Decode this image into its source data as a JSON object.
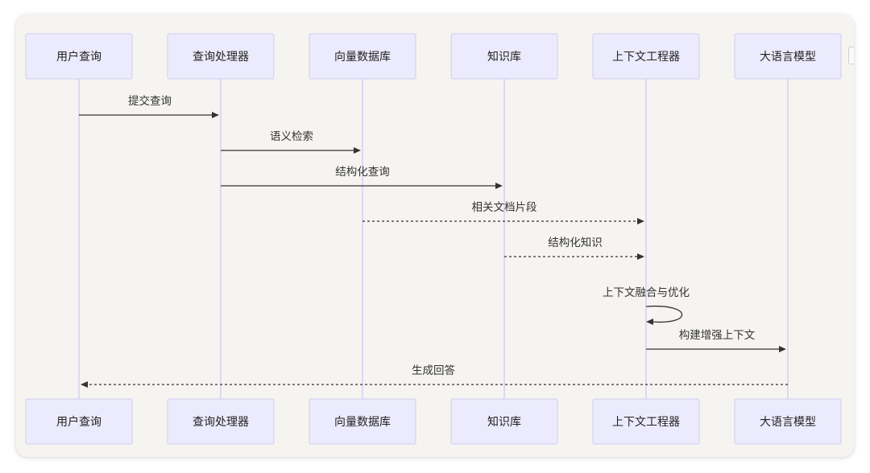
{
  "participants": [
    "用户查询",
    "查询处理器",
    "向量数据库",
    "知识库",
    "上下文工程器",
    "大语言模型"
  ],
  "messages": [
    {
      "from": 0,
      "to": 1,
      "label": "提交查询",
      "style": "solid"
    },
    {
      "from": 1,
      "to": 2,
      "label": "语义检索",
      "style": "solid"
    },
    {
      "from": 1,
      "to": 3,
      "label": "结构化查询",
      "style": "solid"
    },
    {
      "from": 2,
      "to": 4,
      "label": "相关文档片段",
      "style": "dashed"
    },
    {
      "from": 3,
      "to": 4,
      "label": "结构化知识",
      "style": "dashed"
    },
    {
      "from": 4,
      "to": 4,
      "label": "上下文融合与优化",
      "style": "self"
    },
    {
      "from": 4,
      "to": 5,
      "label": "构建增强上下文",
      "style": "solid"
    },
    {
      "from": 5,
      "to": 0,
      "label": "生成回答",
      "style": "dashed"
    }
  ],
  "colors": {
    "participant_fill": "#ecebfd",
    "participant_stroke": "#cfcdf0",
    "lifeline": "#d5cdf2",
    "arrow": "#333333",
    "background": "#f6f4f0"
  }
}
